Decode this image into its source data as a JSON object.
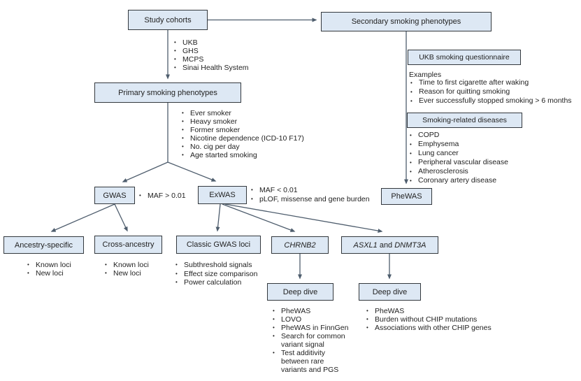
{
  "palette": {
    "box_fill": "#dde8f4",
    "box_border": "#33383d",
    "connector": "#4e5d6d",
    "text": "#222222"
  },
  "boxes": {
    "study_cohorts": {
      "label": "Study cohorts"
    },
    "secondary": {
      "label": "Secondary smoking phenotypes"
    },
    "primary": {
      "label": "Primary smoking phenotypes"
    },
    "gwas": {
      "label": "GWAS"
    },
    "exwas": {
      "label": "ExWAS"
    },
    "ukb_questionnaire": {
      "label": "UKB smoking questionnaire"
    },
    "smoking_diseases": {
      "label": "Smoking-related diseases"
    },
    "phewas": {
      "label": "PheWAS"
    },
    "ancestry_specific": {
      "label": "Ancestry-specific"
    },
    "cross_ancestry": {
      "label": "Cross-ancestry"
    },
    "classic_gwas": {
      "label": "Classic GWAS loci"
    },
    "chrnb2": {
      "label": "CHRNB2"
    },
    "asxl1_dnmt3a": {
      "parts": [
        "ASXL1",
        " and ",
        "DNMT3A"
      ]
    },
    "deep_dive_chrnb2": {
      "label": "Deep dive"
    },
    "deep_dive_asxl1": {
      "label": "Deep dive"
    }
  },
  "lists": {
    "cohorts": [
      "UKB",
      "GHS",
      "MCPS",
      "Sinai Health System"
    ],
    "primary_phenotypes": [
      "Ever smoker",
      "Heavy smoker",
      "Former smoker",
      "Nicotine dependence (ICD-10 F17)",
      "No. cig per day",
      "Age started smoking"
    ],
    "gwas_notes": [
      "MAF > 0.01"
    ],
    "exwas_notes": [
      "MAF < 0.01",
      "pLOF, missense and gene burden"
    ],
    "examples_heading": "Examples",
    "questionnaire_examples": [
      "Time to first cigarette after waking",
      "Reason for quitting smoking",
      "Ever successfully stopped smoking > 6 months"
    ],
    "diseases": [
      "COPD",
      "Emphysema",
      "Lung cancer",
      "Peripheral vascular disease",
      "Atherosclerosis",
      "Coronary artery disease"
    ],
    "ancestry_specific_results": [
      "Known loci",
      "New loci"
    ],
    "cross_ancestry_results": [
      "Known loci",
      "New loci"
    ],
    "classic_gwas_analyses": [
      "Subthreshold signals",
      "Effect size comparison",
      "Power calculation"
    ],
    "chrnb2_deep_dive": [
      "PheWAS",
      "LOVO",
      "PheWAS in FinnGen",
      "Search for common variant signal",
      "Test additivity between rare variants and PGS"
    ],
    "asxl1_deep_dive": [
      "PheWAS",
      "Burden without CHIP mutations",
      "Associations with other CHIP genes"
    ]
  }
}
